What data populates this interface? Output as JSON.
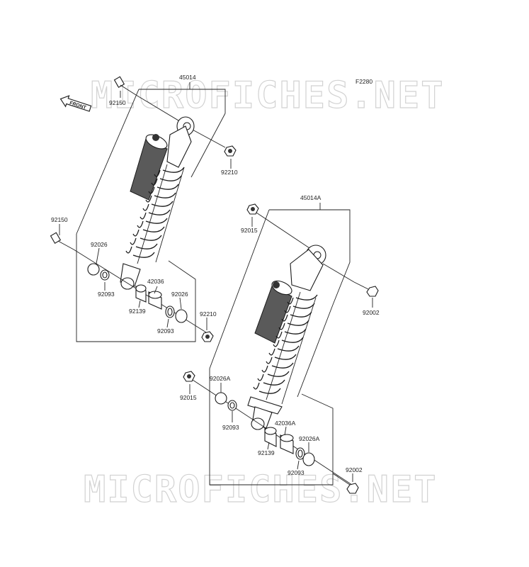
{
  "figure_code": "F2280",
  "front_label": "FRONT",
  "watermark": "MICROFICHES.NET",
  "callouts": {
    "a_45014": "45014",
    "a_92150_top": "92150",
    "a_92210_top": "92210",
    "a_92150_left": "92150",
    "a_92026": "92026",
    "a_92093_1": "92093",
    "a_42036": "42036",
    "a_92026_2": "92026",
    "a_92139": "92139",
    "a_92093_2": "92093",
    "a_92210_bot": "92210",
    "b_45014A": "45014A",
    "b_92015_top": "92015",
    "b_92002_top": "92002",
    "b_92026A": "92026A",
    "b_92015_bot": "92015",
    "b_92093_1": "92093",
    "b_42036A": "42036A",
    "b_92139": "92139",
    "b_92026A_2": "92026A",
    "b_92093_2": "92093",
    "b_92002_bot": "92002"
  }
}
